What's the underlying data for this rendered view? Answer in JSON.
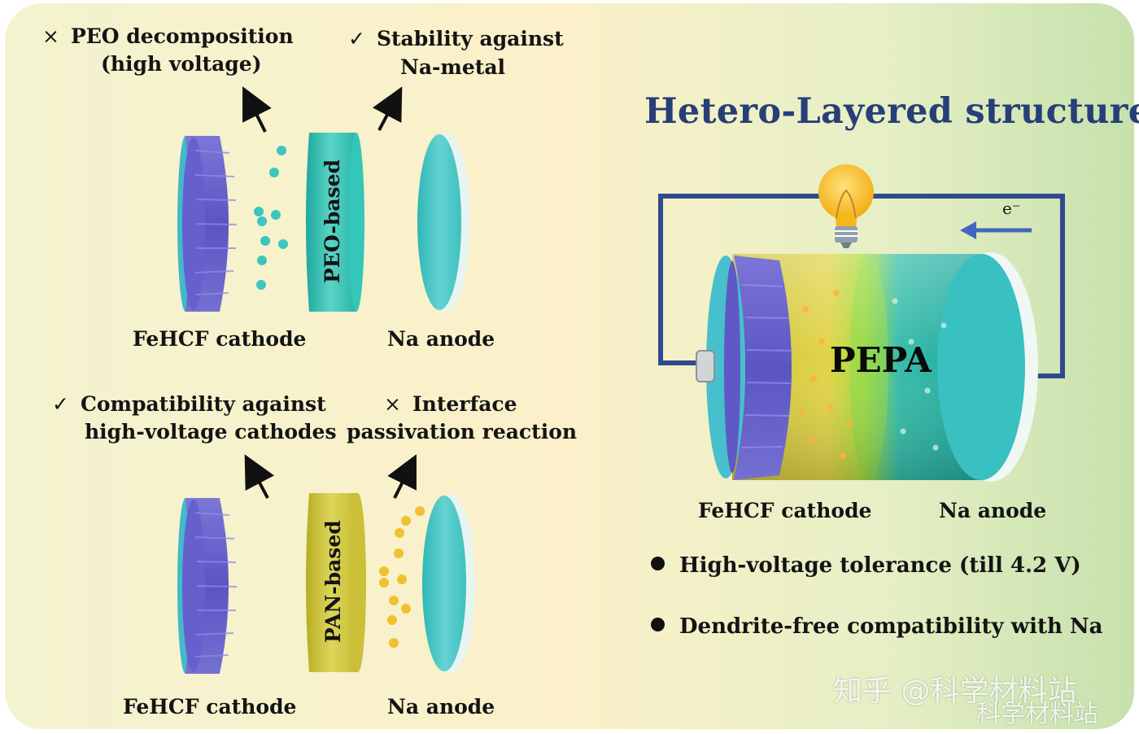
{
  "title": "Hetero-Layered structure",
  "top_left": {
    "con_mark": "×",
    "con_line1": "PEO decomposition",
    "con_line2": "(high voltage)",
    "pro_mark": "✓",
    "pro_line1": "Stability  against",
    "pro_line2": "Na-metal",
    "electrolyte_label": "PEO-based",
    "cathode_label": "FeHCF cathode",
    "anode_label": "Na anode"
  },
  "bottom_left": {
    "pro_mark": "✓",
    "pro_line1": "Compatibility against",
    "pro_line2": "high-voltage cathodes",
    "con_mark": "×",
    "con_line1": "Interface",
    "con_line2": "passivation reaction",
    "electrolyte_label": "PAN-based",
    "cathode_label": "FeHCF cathode",
    "anode_label": "Na anode"
  },
  "right": {
    "electron_label": "e⁻",
    "battery_label": "PEPA",
    "cathode_label": "FeHCF cathode",
    "anode_label": "Na anode",
    "bullets": [
      "High-voltage tolerance (till 4.2 V)",
      "Dendrite-free compatibility with Na"
    ]
  },
  "watermark": {
    "line1": "知乎 @科学材料站",
    "line2": "科学材料站"
  },
  "colors": {
    "cathode": "#6a63c9",
    "peo": "#2fc1b7",
    "pan": "#cfc53a",
    "anode_face": "#46c4c4",
    "circuit": "#2f4a8f",
    "title": "#263f77"
  }
}
